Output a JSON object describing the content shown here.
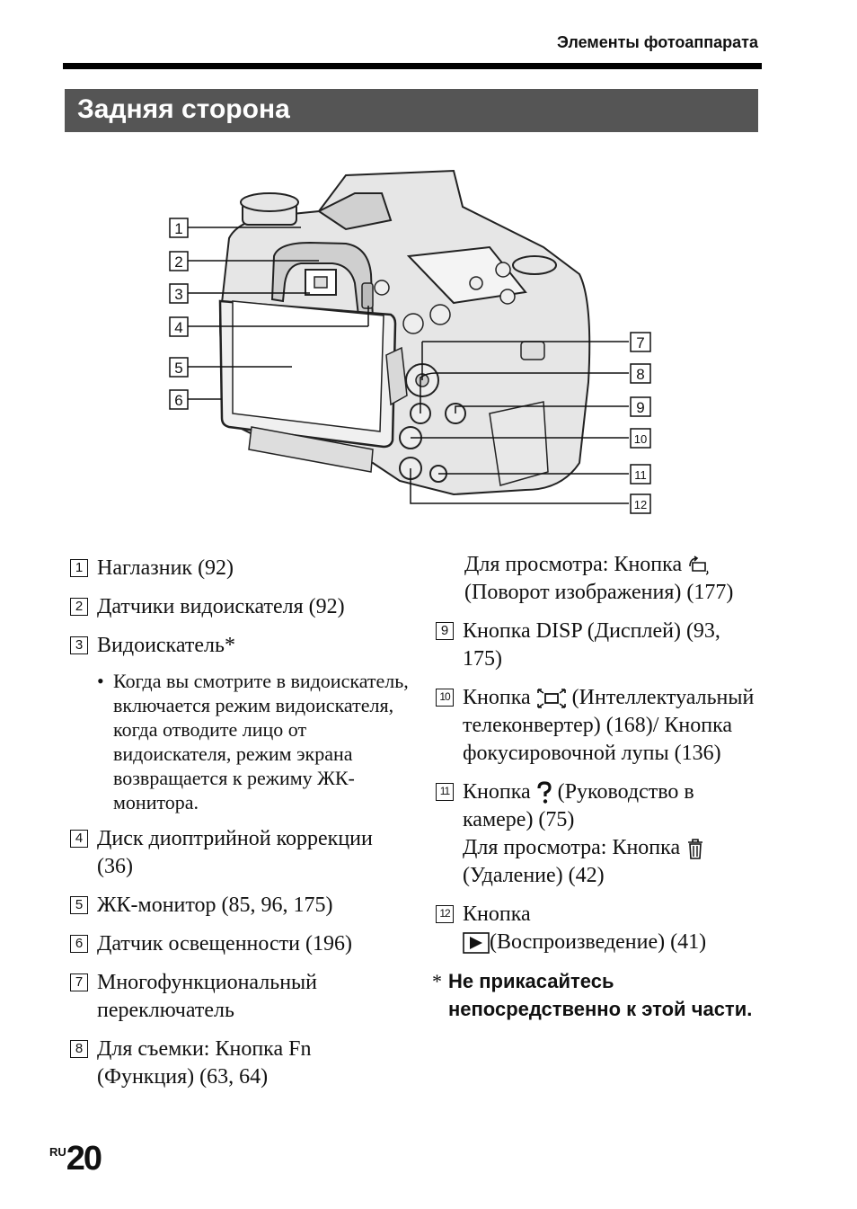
{
  "header": {
    "chapter_title": "Элементы фотоаппарата"
  },
  "section": {
    "title": "Задняя сторона"
  },
  "diagram": {
    "callouts": [
      "1",
      "2",
      "3",
      "4",
      "5",
      "6",
      "7",
      "8",
      "9",
      "10",
      "11",
      "12"
    ]
  },
  "items": {
    "i1": {
      "num": "1",
      "text": "Наглазник (92)"
    },
    "i2": {
      "num": "2",
      "text": "Датчики видоискателя (92)"
    },
    "i3": {
      "num": "3",
      "text": "Видоискатель*",
      "bullet": "Когда вы смотрите в видоискатель, включается режим видоискателя, когда отводите лицо от видоискателя, режим экрана возвращается к режиму ЖК-монитора."
    },
    "i4": {
      "num": "4",
      "text": "Диск диоптрийной коррекции (36)"
    },
    "i5": {
      "num": "5",
      "text": "ЖК-монитор (85, 96, 175)"
    },
    "i6": {
      "num": "6",
      "text": "Датчик освещенности (196)"
    },
    "i7": {
      "num": "7",
      "text": "Многофункциональный переключатель"
    },
    "i8": {
      "num": "8",
      "text": "Для съемки: Кнопка Fn (Функция) (63, 64)",
      "cont_a": "Для просмотра: Кнопка ",
      "cont_b": " (Поворот изображения) (177)"
    },
    "i9": {
      "num": "9",
      "text": "Кнопка DISP (Дисплей) (93, 175)"
    },
    "i10": {
      "num": "10",
      "a": "Кнопка ",
      "b": " (Интеллектуальный телеконвертер) (168)/ Кнопка фокусировочной лупы (136)"
    },
    "i11": {
      "num": "11",
      "a": "Кнопка ",
      "b": " (Руководство в камере) (75)",
      "c": "Для просмотра: Кнопка ",
      "d": " (Удаление) (42)"
    },
    "i12": {
      "num": "12",
      "a": "Кнопка ",
      "b": "(Воспроизведение) (41)"
    }
  },
  "icons": {
    "rotate": "rotate-image-icon",
    "smart_zoom": "smart-teleconverter-icon",
    "help": "help-guide-icon",
    "trash": "trash-icon",
    "play": "play-icon"
  },
  "note": {
    "star": "*",
    "text": "Не прикасайтесь непосредственно к этой части."
  },
  "footer": {
    "lang": "RU",
    "page": "20"
  }
}
